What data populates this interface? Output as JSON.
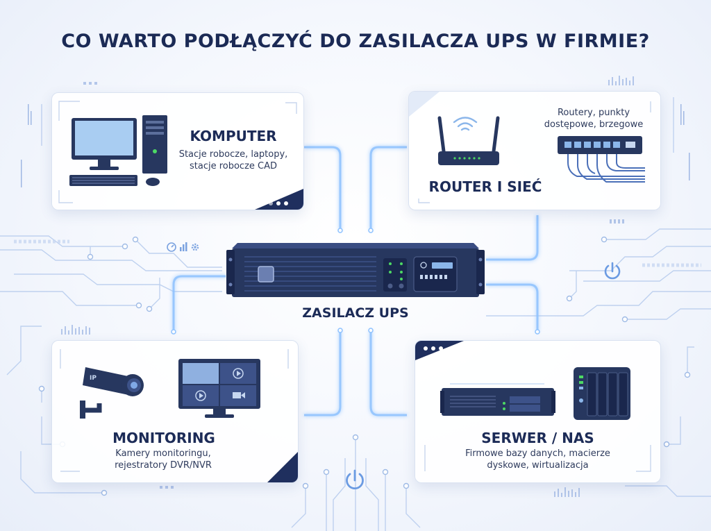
{
  "title": "CO WARTO PODŁĄCZYĆ DO ZASILACZA UPS W FIRMIE?",
  "center": {
    "label": "ZASILACZ UPS"
  },
  "cards": {
    "computer": {
      "title": "KOMPUTER",
      "desc_line1": "Stacje robocze, laptopy,",
      "desc_line2": "stacje robocze CAD"
    },
    "router": {
      "title": "ROUTER I SIEĆ",
      "desc_line1": "Routery, punkty",
      "desc_line2": "dostępowe,  brzegowe"
    },
    "monitoring": {
      "title": "MONITORING",
      "desc_line1": "Kamery monitoringu,",
      "desc_line2": "rejestratory DVR/NVR"
    },
    "server": {
      "title": "SERWER / NAS",
      "desc_line1": "Firmowe bazy danych, macierze",
      "desc_line2": "dyskowe, wirtualizacja"
    }
  },
  "icons": [
    "monitor-icon",
    "pc-tower-icon",
    "keyboard-icon",
    "mouse-icon",
    "router-icon",
    "wifi-icon",
    "network-switch-icon",
    "cctv-camera-icon",
    "surveillance-monitor-icon",
    "rack-server-icon",
    "nas-icon",
    "power-icon",
    "ups-device-icon"
  ],
  "colors": {
    "navy": "#1c2b57",
    "accent": "#4a90e2",
    "glow": "#7fb8ff",
    "led": "#4cd964"
  }
}
